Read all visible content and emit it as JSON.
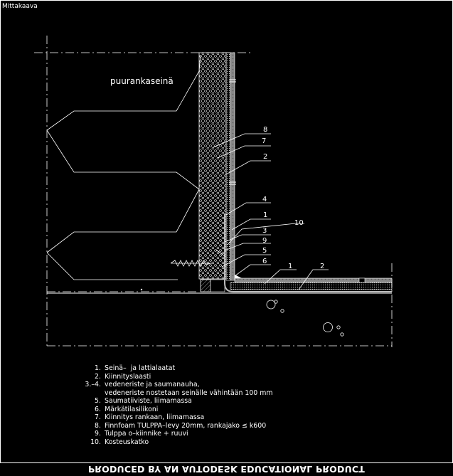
{
  "viewport_title": "Mittakaava",
  "drawing": {
    "wall_label": "puurankaseinä",
    "callouts": [
      "8",
      "7",
      "2",
      "4",
      "1",
      "10",
      "3",
      "9",
      "5",
      "6",
      "1",
      "2"
    ]
  },
  "legend": [
    {
      "num": "1.",
      "text": "Seinä–  ja lattialaatat"
    },
    {
      "num": "2.",
      "text": "Kiinnityslaasti"
    },
    {
      "num": "3.–4.",
      "text": "vedeneriste ja saumanauha,"
    },
    {
      "num": "",
      "text": "vedeneriste nostetaan seinälle vähintään 100 mm"
    },
    {
      "num": "5.",
      "text": "Saumatiiviste, liimamassa"
    },
    {
      "num": "6.",
      "text": "Märkätilasilikoni"
    },
    {
      "num": "7.",
      "text": "Kiinnitys rankaan, liimamassa"
    },
    {
      "num": "8.",
      "text": "Finnfoam TULPPA–levy 20mm, rankajako ≤ k600"
    },
    {
      "num": "9.",
      "text": "Tulppa o–kiinnike + ruuvi"
    },
    {
      "num": "10.",
      "text": "Kosteuskatko"
    }
  ],
  "watermark": "PRODUCED BY AN AUTODESK EDUCATIONAL PRODUCT",
  "colors": {
    "background": "#000000",
    "lines": "#ffffff",
    "grey": "#9a9a9a"
  }
}
